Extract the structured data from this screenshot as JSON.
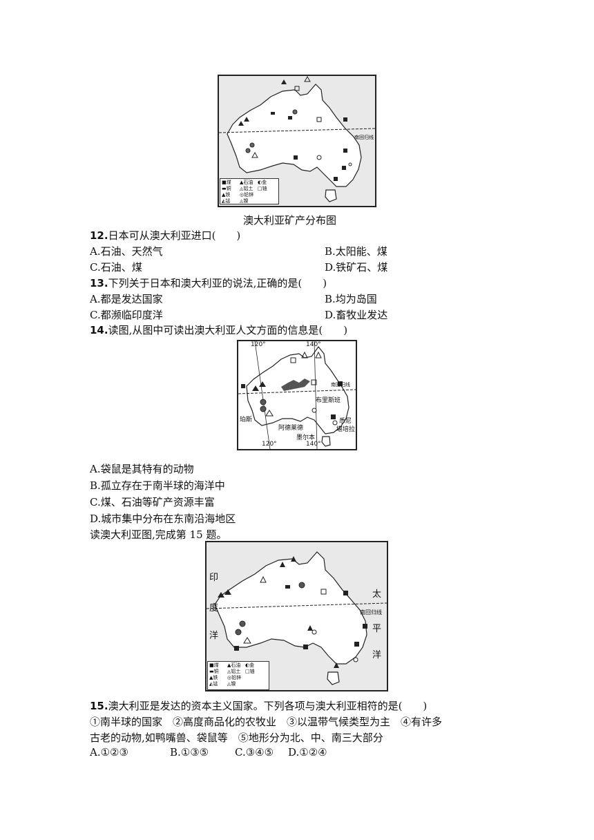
{
  "map1": {
    "caption": "澳大利亚矿产分布图",
    "tropic_label": "南回归线",
    "legend": [
      [
        "■煤",
        "▲石油",
        "◐金"
      ],
      [
        "▬铜",
        "◬铝土",
        "□铀"
      ],
      [
        "▲铁",
        "◎铅锌",
        ""
      ],
      [
        "◭锰",
        "◬镍",
        ""
      ]
    ]
  },
  "q12": {
    "stem_num": "12.",
    "stem": "日本可从澳大利亚进口(　　)",
    "options": [
      "A.石油、天然气",
      "B.太阳能、煤",
      "C.石油、煤",
      "D.铁矿石、煤"
    ]
  },
  "q13": {
    "stem_num": "13.",
    "stem": "下列关于日本和澳大利亚的说法,正确的是(　　)",
    "options": [
      "A.都是发达国家",
      "B.均为岛国",
      "C.都濒临印度洋",
      "D.畜牧业发达"
    ]
  },
  "q14": {
    "stem_num": "14.",
    "stem": "读图,从图中可读出澳大利亚人文方面的信息是(　　)",
    "options": [
      "A.袋鼠是其特有的动物",
      "B.孤立存在于南半球的海洋中",
      "C.煤、石油等矿产资源丰富",
      "D.城市集中分布在东南沿海地区"
    ]
  },
  "map2": {
    "lon_120": "120°",
    "lon_140": "140°",
    "tropic_label": "南回归线",
    "cities": [
      "布里斯班",
      "珀斯",
      "阿德莱德",
      "悉尼",
      "堪培拉",
      "墨尔本"
    ]
  },
  "intro15": "读澳大利亚图,完成第 15 题。",
  "map3": {
    "tropic_label": "南回归线",
    "ocean_left": [
      "印",
      "度",
      "洋"
    ],
    "ocean_right": [
      "太",
      "平",
      "洋"
    ],
    "legend": [
      [
        "■煤",
        "▲石油",
        "◐金"
      ],
      [
        "▬铜",
        "◬铝土",
        "□铀"
      ],
      [
        "▲铁",
        "◎铅锌",
        ""
      ],
      [
        "◭锰",
        "◬镍",
        ""
      ]
    ]
  },
  "q15": {
    "stem_num": "15.",
    "stem": "澳大利亚是发达的资本主义国家。下列各项与澳大利亚相符的是(　　)",
    "line2": "①南半球的国家　②高度商品化的农牧业　③以温带气候类型为主　④有许多",
    "line3": "古老的动物,如鸭嘴兽、袋鼠等　⑤地形分为北、中、南三大部分",
    "options": [
      "A.①②③",
      "B.①③⑤",
      "C.③④⑤",
      "D.①②④"
    ]
  }
}
